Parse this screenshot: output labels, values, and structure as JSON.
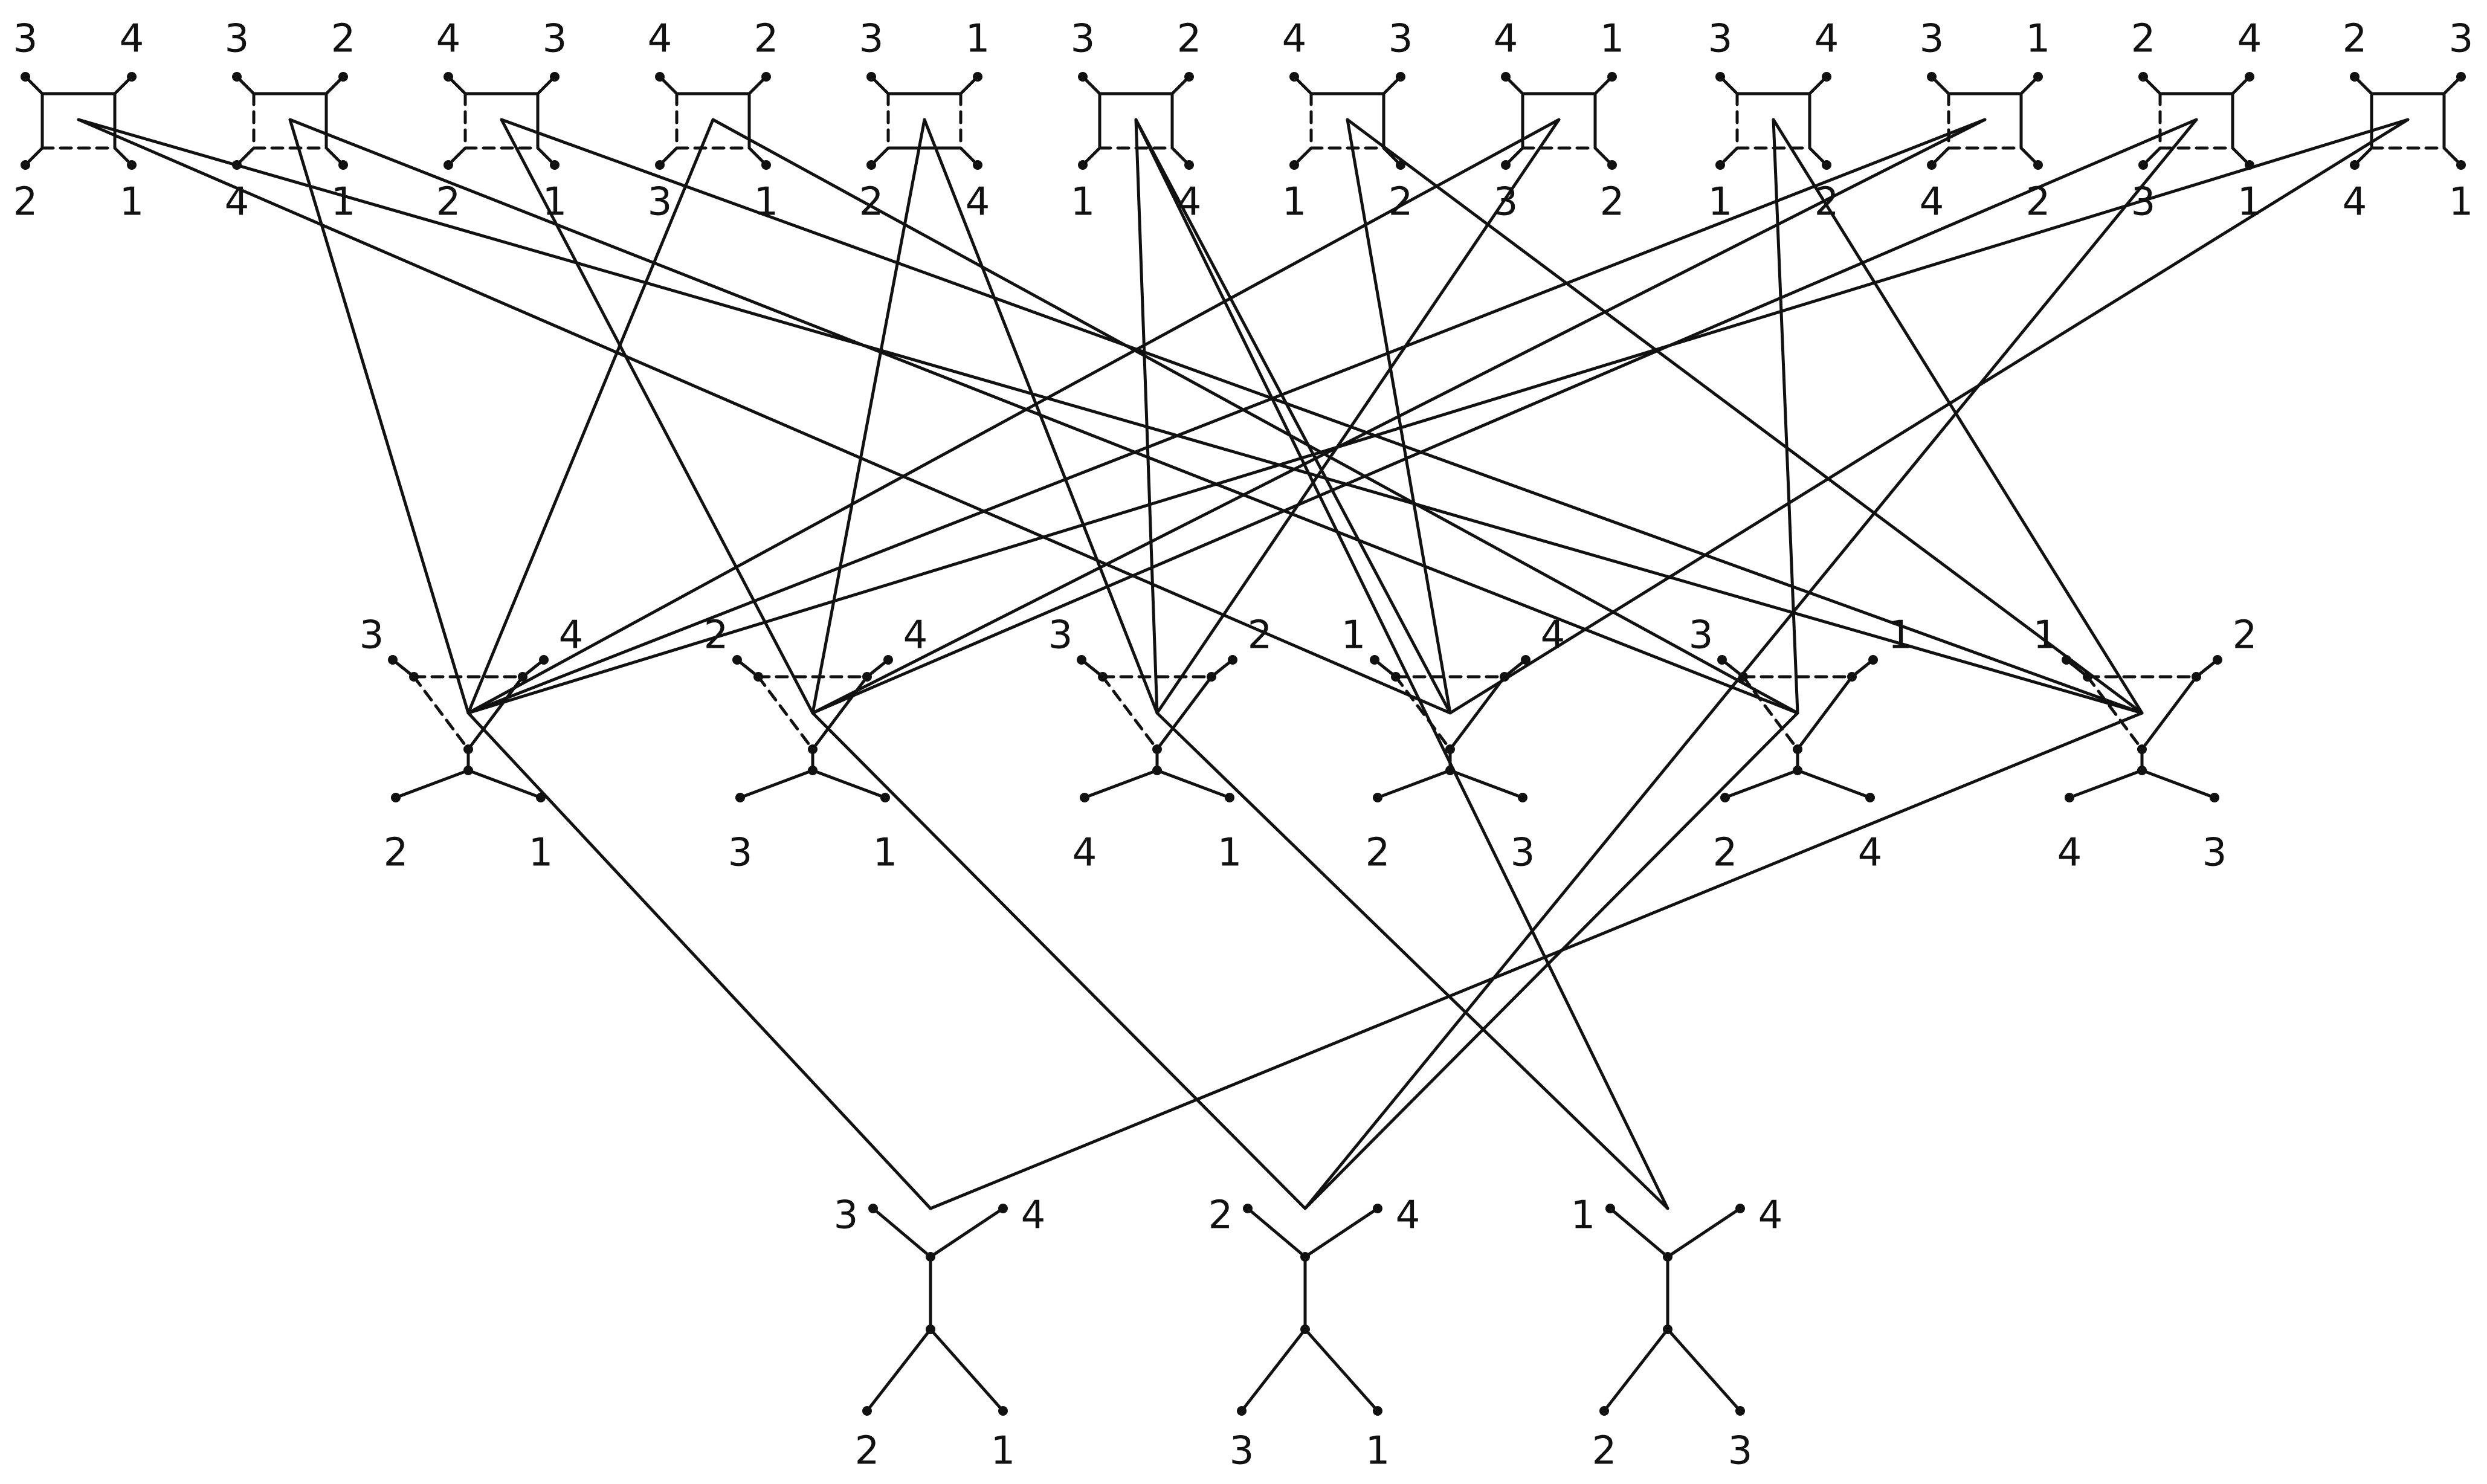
{
  "colors": {
    "ink": "#111111",
    "background": "#ffffff"
  },
  "rows": {
    "top": {
      "kind": "square",
      "nodes": [
        {
          "id": "t1",
          "labels": [
            "3",
            "4",
            "2",
            "1"
          ],
          "dashed": [
            "bottom"
          ]
        },
        {
          "id": "t2",
          "labels": [
            "3",
            "2",
            "4",
            "1"
          ],
          "dashed": [
            "bottom",
            "left"
          ]
        },
        {
          "id": "t3",
          "labels": [
            "4",
            "3",
            "2",
            "1"
          ],
          "dashed": [
            "bottom",
            "left"
          ]
        },
        {
          "id": "t4",
          "labels": [
            "4",
            "2",
            "3",
            "1"
          ],
          "dashed": [
            "bottom",
            "left"
          ]
        },
        {
          "id": "t5",
          "labels": [
            "3",
            "1",
            "2",
            "4"
          ],
          "dashed": [
            "left",
            "right"
          ]
        },
        {
          "id": "t6",
          "labels": [
            "3",
            "2",
            "1",
            "4"
          ],
          "dashed": [
            "bottom"
          ]
        },
        {
          "id": "t7",
          "labels": [
            "4",
            "3",
            "1",
            "2"
          ],
          "dashed": [
            "bottom",
            "left"
          ]
        },
        {
          "id": "t8",
          "labels": [
            "4",
            "1",
            "3",
            "2"
          ],
          "dashed": [
            "bottom"
          ]
        },
        {
          "id": "t9",
          "labels": [
            "3",
            "4",
            "1",
            "2"
          ],
          "dashed": [
            "bottom",
            "left"
          ]
        },
        {
          "id": "t10",
          "labels": [
            "3",
            "1",
            "4",
            "2"
          ],
          "dashed": [
            "bottom",
            "left"
          ]
        },
        {
          "id": "t11",
          "labels": [
            "2",
            "4",
            "3",
            "1"
          ],
          "dashed": [
            "bottom",
            "left"
          ]
        },
        {
          "id": "t12",
          "labels": [
            "2",
            "3",
            "4",
            "1"
          ],
          "dashed": [
            "bottom"
          ]
        }
      ]
    },
    "middle": {
      "kind": "triangle",
      "nodes": [
        {
          "id": "m1",
          "labels": [
            "3",
            "4",
            "2",
            "1"
          ]
        },
        {
          "id": "m2",
          "labels": [
            "2",
            "4",
            "3",
            "1"
          ]
        },
        {
          "id": "m3",
          "labels": [
            "3",
            "2",
            "4",
            "1"
          ]
        },
        {
          "id": "m4",
          "labels": [
            "1",
            "4",
            "2",
            "3"
          ]
        },
        {
          "id": "m5",
          "labels": [
            "3",
            "1",
            "2",
            "4"
          ]
        },
        {
          "id": "m6",
          "labels": [
            "1",
            "2",
            "4",
            "3"
          ]
        }
      ]
    },
    "bottom": {
      "kind": "tree",
      "nodes": [
        {
          "id": "b1",
          "labels": [
            "3",
            "4",
            "2",
            "1"
          ]
        },
        {
          "id": "b2",
          "labels": [
            "2",
            "4",
            "3",
            "1"
          ]
        },
        {
          "id": "b3",
          "labels": [
            "1",
            "4",
            "2",
            "3"
          ]
        }
      ]
    }
  },
  "edges": [
    [
      "t1",
      "m4"
    ],
    [
      "t1",
      "m6"
    ],
    [
      "t2",
      "m1"
    ],
    [
      "t2",
      "m5"
    ],
    [
      "t3",
      "m2"
    ],
    [
      "t3",
      "m6"
    ],
    [
      "t4",
      "m1"
    ],
    [
      "t4",
      "m5"
    ],
    [
      "t5",
      "m2"
    ],
    [
      "t5",
      "m3"
    ],
    [
      "t6",
      "m3"
    ],
    [
      "t6",
      "m4"
    ],
    [
      "t7",
      "m4"
    ],
    [
      "t7",
      "m6"
    ],
    [
      "t8",
      "m1"
    ],
    [
      "t8",
      "m3"
    ],
    [
      "t9",
      "m5"
    ],
    [
      "t9",
      "m6"
    ],
    [
      "t10",
      "m1"
    ],
    [
      "t10",
      "m2"
    ],
    [
      "t11",
      "m2"
    ],
    [
      "t11",
      "b2"
    ],
    [
      "t12",
      "m1"
    ],
    [
      "t12",
      "m4"
    ],
    [
      "m1",
      "b1"
    ],
    [
      "m6",
      "b1"
    ],
    [
      "m2",
      "b2"
    ],
    [
      "m3",
      "b3"
    ],
    [
      "t6",
      "b3"
    ],
    [
      "m5",
      "b2"
    ]
  ]
}
